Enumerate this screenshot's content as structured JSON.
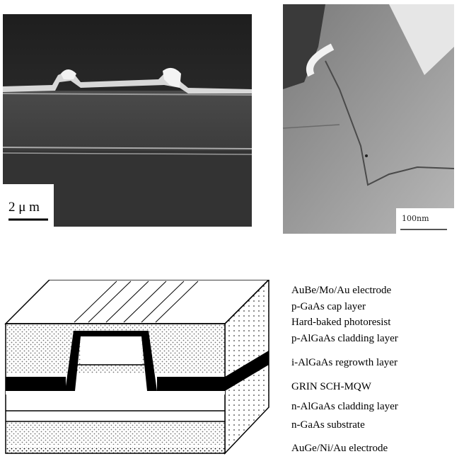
{
  "sem_scale_label": "2 μ m",
  "tem_scale_label": "100nm",
  "layer_labels": [
    "AuBe/Mo/Au electrode",
    "p-GaAs cap layer",
    "Hard-baked photoresist",
    "p-AlGaAs cladding layer",
    "i-AlGaAs regrowth layer",
    "GRIN SCH-MQW",
    "n-AlGaAs cladding layer",
    "n-GaAs substrate",
    "AuGe/Ni/Au electrode"
  ]
}
